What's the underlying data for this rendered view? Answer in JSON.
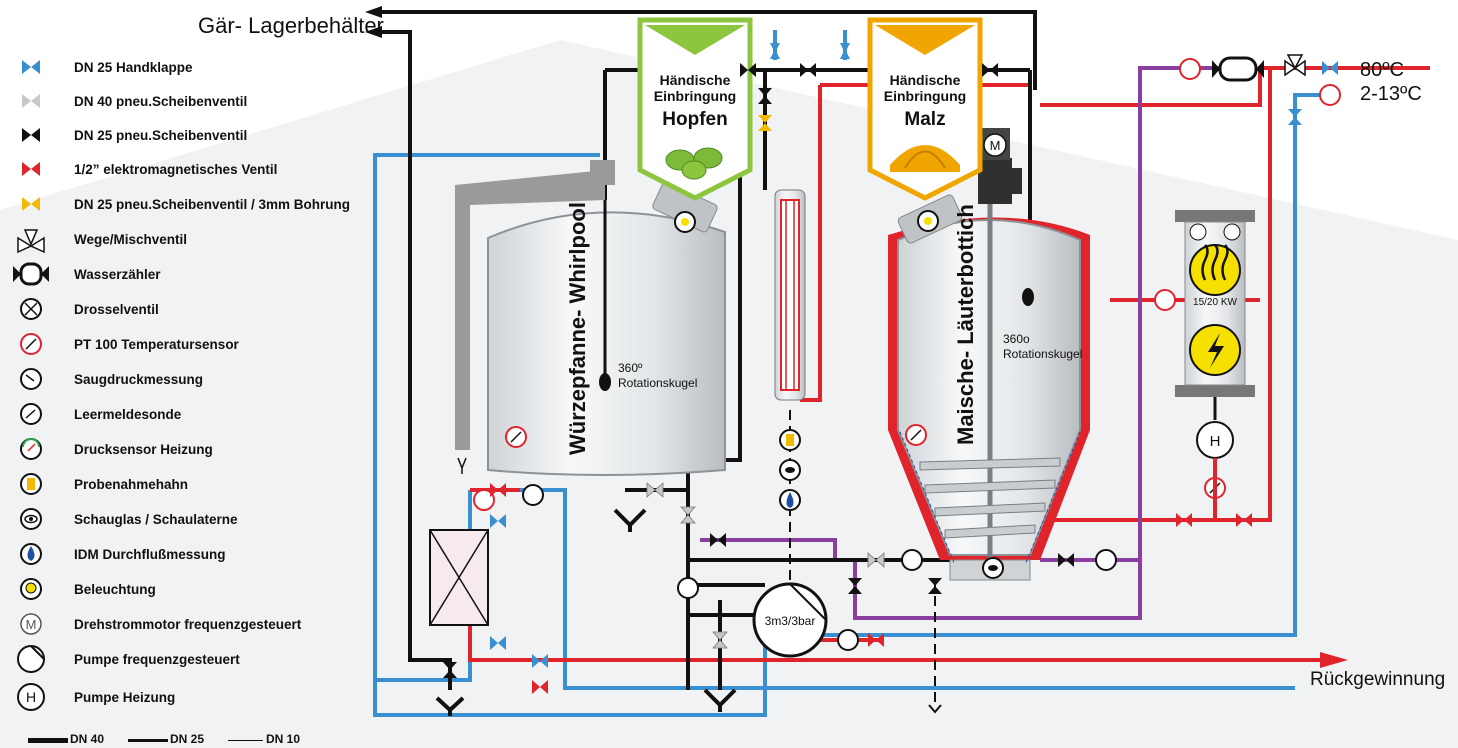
{
  "legend": {
    "items": [
      {
        "icon": "manual-valve-icon",
        "color": "#3a8fd0",
        "label": "DN 25 Handklappe"
      },
      {
        "icon": "pneumatic-valve-dn40-icon",
        "color": "#c8c8c8",
        "label": "DN 40 pneu.Scheibenventil"
      },
      {
        "icon": "pneumatic-valve-dn25-icon",
        "color": "#111111",
        "label": "DN 25 pneu.Scheibenventil"
      },
      {
        "icon": "solenoid-valve-icon",
        "color": "#e0242b",
        "label": "1/2” elektromagnetisches Ventil"
      },
      {
        "icon": "bore-valve-icon",
        "color": "#f5b800",
        "label": "DN 25 pneu.Scheibenventil / 3mm Bohrung"
      },
      {
        "icon": "mixing-valve-icon",
        "color": "#111111",
        "label": "Wege/Mischventil"
      },
      {
        "icon": "water-meter-icon",
        "color": "#111111",
        "label": "Wasserzähler"
      },
      {
        "icon": "throttle-valve-icon",
        "color": "#111111",
        "label": "Drosselventil"
      },
      {
        "icon": "temperature-sensor-icon",
        "color": "#e0242b",
        "label": "PT 100 Temperatursensor"
      },
      {
        "icon": "suction-gauge-icon",
        "color": "#111111",
        "label": "Saugdruckmessung"
      },
      {
        "icon": "empty-probe-icon",
        "color": "#111111",
        "label": "Leermeldesonde"
      },
      {
        "icon": "pressure-sensor-icon",
        "color": "#111111",
        "label": "Drucksensor Heizung"
      },
      {
        "icon": "sample-tap-icon",
        "color": "#f5b800",
        "label": "Probenahmehahn"
      },
      {
        "icon": "sight-glass-icon",
        "color": "#111111",
        "label": "Schauglas / Schaulaterne"
      },
      {
        "icon": "flowmeter-icon",
        "color": "#1f4fa3",
        "label": "IDM Durchflußmessung"
      },
      {
        "icon": "lamp-icon",
        "color": "#f5e000",
        "label": "Beleuchtung"
      },
      {
        "icon": "motor-icon",
        "color": "#555555",
        "label": "Drehstrommotor frequenzgesteuert"
      },
      {
        "icon": "pump-icon",
        "color": "#111111",
        "label": "Pumpe frequenzgesteuert"
      },
      {
        "icon": "heating-pump-icon",
        "color": "#111111",
        "label": "Pumpe Heizung"
      }
    ],
    "lines": [
      {
        "label": "DN 40"
      },
      {
        "label": "DN 25"
      },
      {
        "label": "DN 10"
      }
    ]
  },
  "diagram": {
    "top_label": "Gär- Lagerbehälter",
    "hot_water": "80ºC",
    "cold_water": "2-13ºC",
    "recovery": "Rückgewinnung",
    "hop_banner": {
      "line1": "Händische",
      "line2": "Einbringung",
      "product": "Hopfen"
    },
    "malt_banner": {
      "line1": "Händische",
      "line2": "Einbringung",
      "product": "Malz"
    },
    "whirlpool": {
      "name": "Würzepfanne- Whirlpool",
      "ball_line1": "360º",
      "ball_line2": "Rotationskugel"
    },
    "lauter": {
      "name": "Maische- Läuterbottich",
      "ball_line1": "360o",
      "ball_line2": "Rotationskugel"
    },
    "motor_letter": "M",
    "heater_power": "15/20 KW",
    "heating_pump_letter": "H",
    "pump_capacity": "3m3/3bar"
  },
  "colors": {
    "water_blue": "#3a8fd0",
    "hot_red": "#e0242b",
    "glycol_purple": "#8a3fa0",
    "wort_black": "#111111",
    "hop_green": "#8cc63f",
    "malt_orange": "#f0a500"
  }
}
